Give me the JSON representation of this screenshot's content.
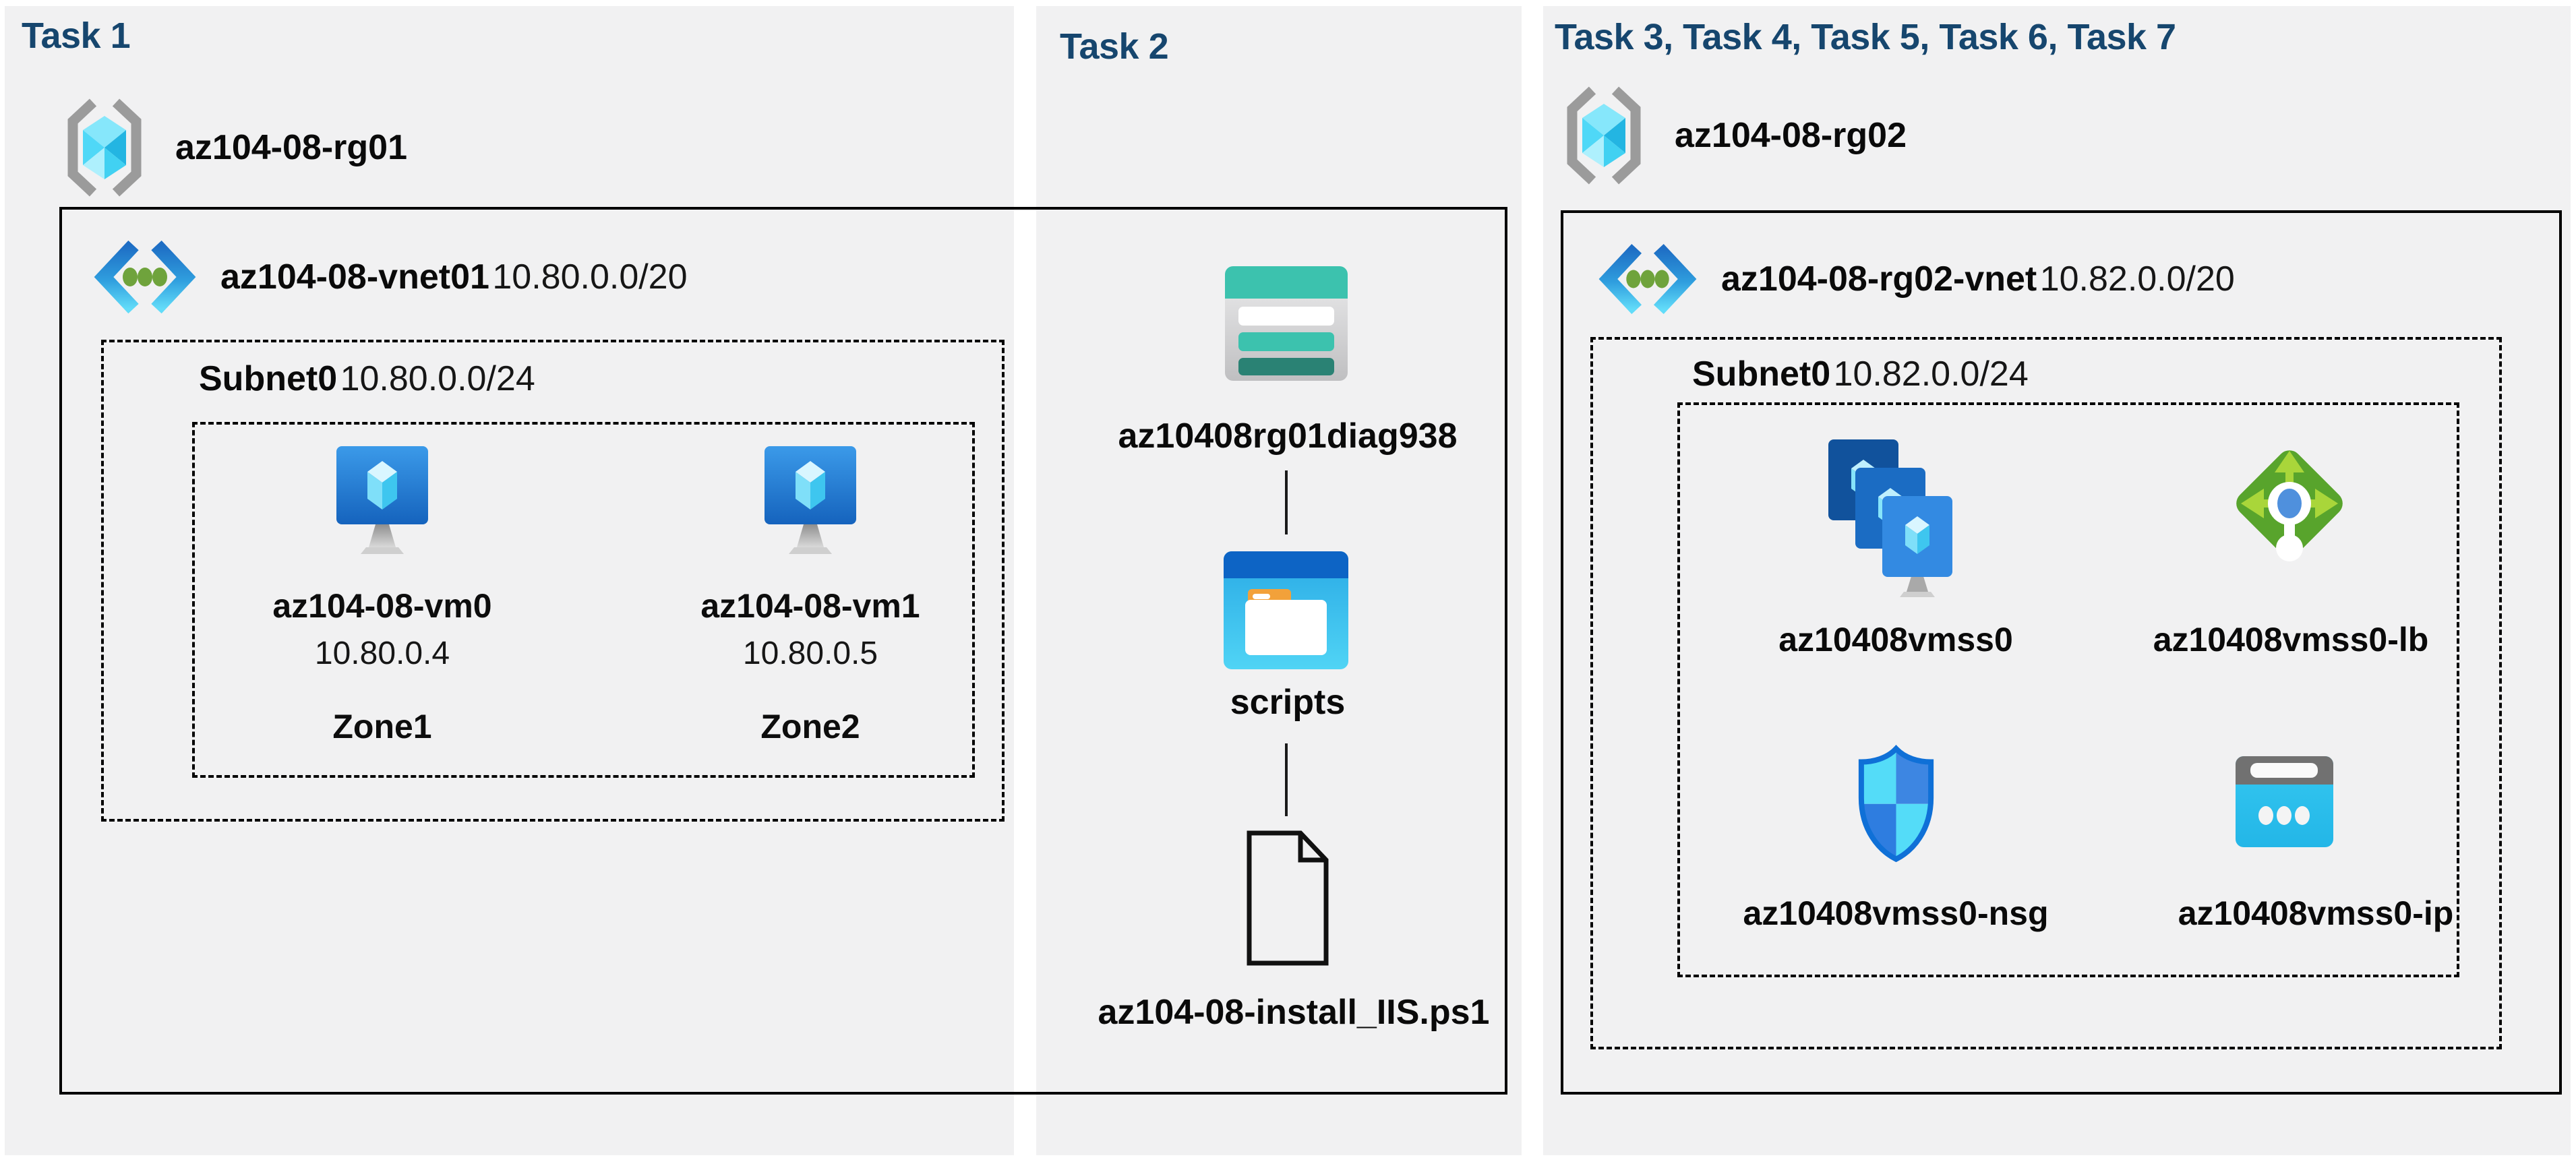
{
  "task1": {
    "title": "Task 1",
    "resource_group": "az104-08-rg01",
    "vnet_name": "az104-08-vnet01",
    "vnet_cidr": "10.80.0.0/20",
    "subnet_name": "Subnet0",
    "subnet_cidr": "10.80.0.0/24",
    "vm0": {
      "name": "az104-08-vm0",
      "ip": "10.80.0.4",
      "zone": "Zone1"
    },
    "vm1": {
      "name": "az104-08-vm1",
      "ip": "10.80.0.5",
      "zone": "Zone2"
    }
  },
  "task2": {
    "title": "Task 2",
    "storage_account": "az10408rg01diag938",
    "container": "scripts",
    "script_file": "az104-08-install_IIS.ps1"
  },
  "task3": {
    "title": "Task 3, Task 4, Task 5, Task 6, Task 7",
    "resource_group": "az104-08-rg02",
    "vnet_name": "az104-08-rg02-vnet",
    "vnet_cidr": "10.82.0.0/20",
    "subnet_name": "Subnet0",
    "subnet_cidr": "10.82.0.0/24",
    "vmss": "az10408vmss0",
    "load_balancer": "az10408vmss0-lb",
    "nsg": "az10408vmss0-nsg",
    "public_ip": "az10408vmss0-ip"
  },
  "colors": {
    "title_blue": "#16466e",
    "panel_background": "#f1f1f2",
    "border_black": "#000000",
    "vm_blue": "#1563bd",
    "vnet_blue": "#1e6dc4",
    "vnet_dot_green": "#6fa33c",
    "storage_teal": "#3cc2ae",
    "storage_teal_dark": "#2a8274",
    "folder_header_blue": "#0d64c5",
    "folder_tab_orange": "#f2a13a",
    "lb_green": "#58a42c",
    "lb_arrow_green": "#a9d63a",
    "lb_center_blue": "#4f90dd",
    "nsg_border_blue": "#0f70d7",
    "nsg_light_cyan": "#54dcf8",
    "nsg_mid_blue": "#3d86e2",
    "ip_cyan": "#2fc4ef",
    "ip_gray": "#717171",
    "rg_bracket_gray": "#9b9b9b",
    "crystal_cyan": "#4fd8f7"
  }
}
